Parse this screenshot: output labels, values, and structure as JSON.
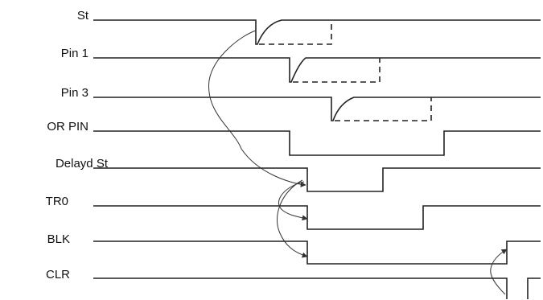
{
  "signals": [
    {
      "id": "st",
      "label": "St"
    },
    {
      "id": "pin1",
      "label": "Pin 1"
    },
    {
      "id": "pin3",
      "label": "Pin 3"
    },
    {
      "id": "or-pin",
      "label": "OR PIN"
    },
    {
      "id": "delayd-st",
      "label": "Delayd St"
    },
    {
      "id": "tr0",
      "label": "TR0"
    },
    {
      "id": "blk",
      "label": "BLK"
    },
    {
      "id": "clr",
      "label": "CLR"
    }
  ],
  "colors": {
    "line": "#222222",
    "text": "#111111",
    "background": "#ffffff"
  }
}
